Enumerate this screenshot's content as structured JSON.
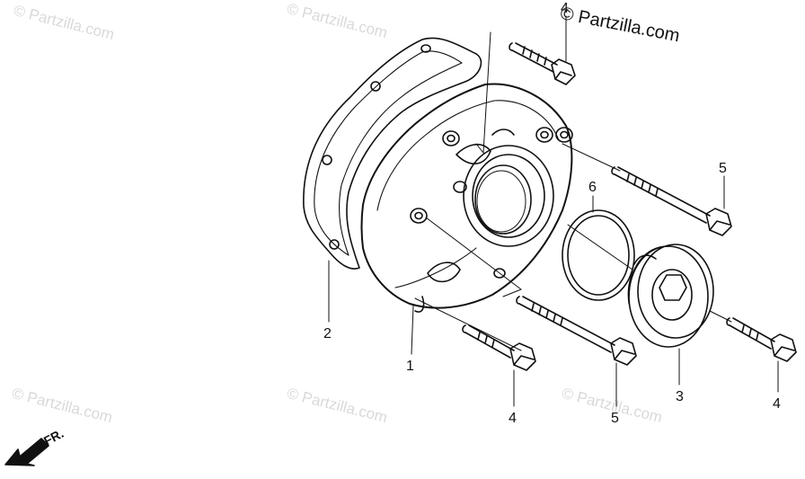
{
  "watermark": "© Partzilla.com",
  "brand_label": "© Partzilla.com",
  "front_label": "FR.",
  "callouts": [
    "1",
    "2",
    "3",
    "4",
    "4",
    "4",
    "5",
    "5",
    "6"
  ]
}
